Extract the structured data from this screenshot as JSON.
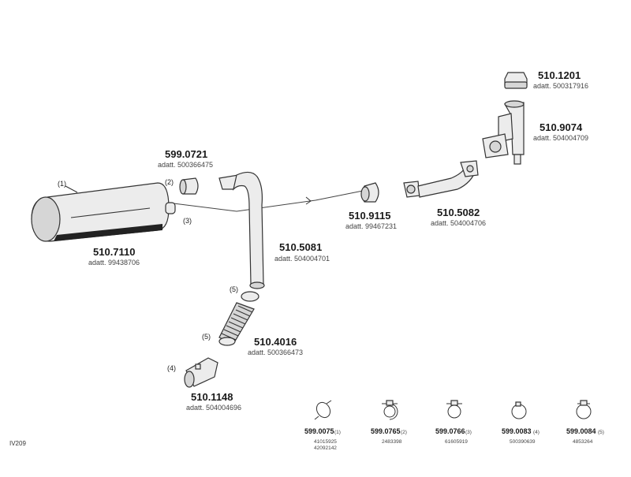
{
  "parts": {
    "muffler": {
      "code": "510.7110",
      "adatt": "adatt. 99438706",
      "callout": "(1)"
    },
    "clamp_top": {
      "code": "599.0721",
      "adatt": "adatt. 500366475",
      "callout": "(2)"
    },
    "callout_3": "(3)",
    "bend_pipe": {
      "code": "510.5081",
      "adatt": "adatt. 504004701"
    },
    "callout_5a": "(5)",
    "callout_5b": "(5)",
    "callout_4": "(4)",
    "flex_pipe": {
      "code": "510.4016",
      "adatt": "adatt. 500366473"
    },
    "tail_pipe": {
      "code": "510.1148",
      "adatt": "adatt. 504004696"
    },
    "ring": {
      "code": "510.9115",
      "adatt": "adatt. 99467231"
    },
    "front_pipe": {
      "code": "510.5082",
      "adatt": "adatt. 504004706"
    },
    "cap": {
      "code": "510.1201",
      "adatt": "adatt. 500317916"
    },
    "manifold": {
      "code": "510.9074",
      "adatt": "adatt. 504004709"
    }
  },
  "hardware": [
    {
      "code": "599.0075",
      "callout": "(1)",
      "refs": [
        "41015925",
        "42092142"
      ]
    },
    {
      "code": "599.0765",
      "callout": "(2)",
      "refs": [
        "2483398"
      ]
    },
    {
      "code": "599.0766",
      "callout": "(3)",
      "refs": [
        "61605919"
      ]
    },
    {
      "code": "599.0083",
      "callout": "(4)",
      "refs": [
        "500390639"
      ]
    },
    {
      "code": "599.0084",
      "callout": "(5)",
      "refs": [
        "4853264"
      ]
    }
  ],
  "footer": {
    "label": "IV209"
  }
}
